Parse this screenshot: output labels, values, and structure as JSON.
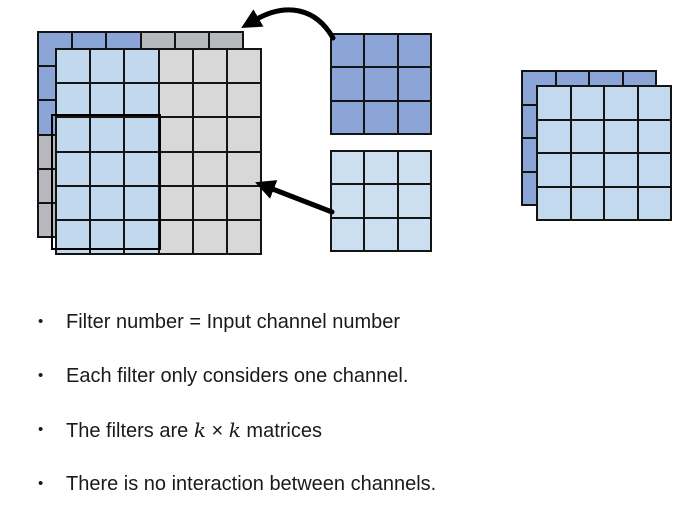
{
  "diagram": {
    "line_color": "#141414",
    "arrow_color": "#000000",
    "input_back": {
      "palette": {
        "b": "#8CA5D7",
        "g": "#B7B9BC"
      },
      "cells": [
        [
          "b",
          "b",
          "b",
          "g",
          "g",
          "g"
        ],
        [
          "b",
          "b",
          "b",
          "g",
          "g",
          "g"
        ],
        [
          "b",
          "b",
          "b",
          "g",
          "g",
          "g"
        ],
        [
          "g",
          "g",
          "g",
          "g",
          "g",
          "g"
        ],
        [
          "g",
          "g",
          "g",
          "g",
          "g",
          "g"
        ],
        [
          "g",
          "g",
          "g",
          "g",
          "g",
          "g"
        ]
      ]
    },
    "input_front": {
      "palette": {
        "b": "#C2D8ED",
        "g": "#D8D8D8"
      },
      "cells": [
        [
          "b",
          "b",
          "b",
          "g",
          "g",
          "g"
        ],
        [
          "b",
          "b",
          "b",
          "g",
          "g",
          "g"
        ],
        [
          "b",
          "b",
          "b",
          "g",
          "g",
          "g"
        ],
        [
          "b",
          "b",
          "b",
          "g",
          "g",
          "g"
        ],
        [
          "b",
          "b",
          "b",
          "g",
          "g",
          "g"
        ],
        [
          "b",
          "b",
          "b",
          "g",
          "g",
          "g"
        ]
      ]
    },
    "filter_dark": {
      "palette": {
        "b": "#8CA5D7"
      },
      "cells": [
        [
          "b",
          "b",
          "b"
        ],
        [
          "b",
          "b",
          "b"
        ],
        [
          "b",
          "b",
          "b"
        ]
      ]
    },
    "filter_light": {
      "palette": {
        "b": "#CCDFF1"
      },
      "cells": [
        [
          "b",
          "b",
          "b"
        ],
        [
          "b",
          "b",
          "b"
        ],
        [
          "b",
          "b",
          "b"
        ]
      ]
    },
    "output_back": {
      "palette": {
        "b": "#8CA5D7"
      },
      "cells": [
        [
          "b",
          "b",
          "b",
          "b"
        ],
        [
          "b",
          "b",
          "b",
          "b"
        ],
        [
          "b",
          "b",
          "b",
          "b"
        ],
        [
          "b",
          "b",
          "b",
          "b"
        ]
      ]
    },
    "output_front": {
      "palette": {
        "b": "#C3D9EE"
      },
      "cells": [
        [
          "b",
          "b",
          "b",
          "b"
        ],
        [
          "b",
          "b",
          "b",
          "b"
        ],
        [
          "b",
          "b",
          "b",
          "b"
        ],
        [
          "b",
          "b",
          "b",
          "b"
        ]
      ]
    }
  },
  "bullets": {
    "marker": "•",
    "items": [
      {
        "parts": [
          {
            "text": "Filter number = Input channel number",
            "math": false
          }
        ]
      },
      {
        "parts": [
          {
            "text": "Each filter only considers one channel.",
            "math": false
          }
        ]
      },
      {
        "parts": [
          {
            "text": "The filters are ",
            "math": false
          },
          {
            "text": "k",
            "math": true
          },
          {
            "text": " × ",
            "math": false
          },
          {
            "text": "k",
            "math": true
          },
          {
            "text": " matrices",
            "math": false
          }
        ]
      },
      {
        "parts": [
          {
            "text": "There is no interaction between channels.",
            "math": false
          }
        ]
      }
    ]
  }
}
